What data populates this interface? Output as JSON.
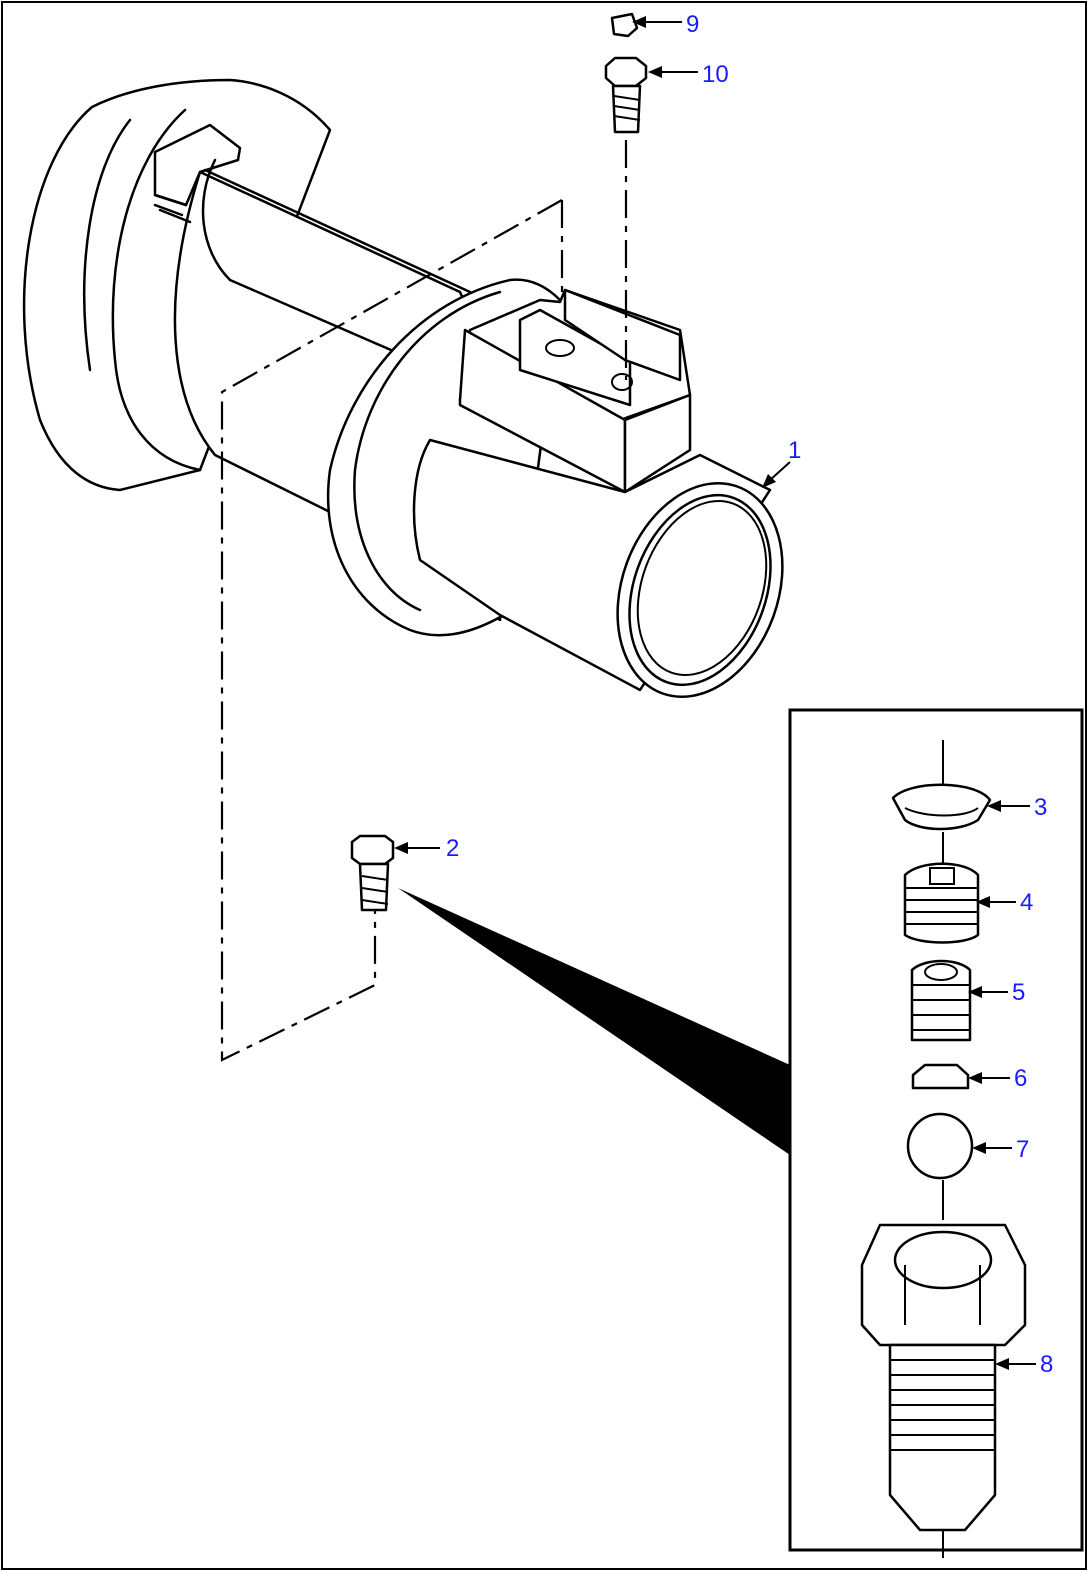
{
  "callouts": [
    {
      "id": "1",
      "label": "1"
    },
    {
      "id": "2",
      "label": "2"
    },
    {
      "id": "3",
      "label": "3"
    },
    {
      "id": "4",
      "label": "4"
    },
    {
      "id": "5",
      "label": "5"
    },
    {
      "id": "6",
      "label": "6"
    },
    {
      "id": "7",
      "label": "7"
    },
    {
      "id": "8",
      "label": "8"
    },
    {
      "id": "9",
      "label": "9"
    },
    {
      "id": "10",
      "label": "10"
    }
  ],
  "colors": {
    "line": "#000000",
    "callout_text": "#1a1aff",
    "background": "#ffffff"
  }
}
